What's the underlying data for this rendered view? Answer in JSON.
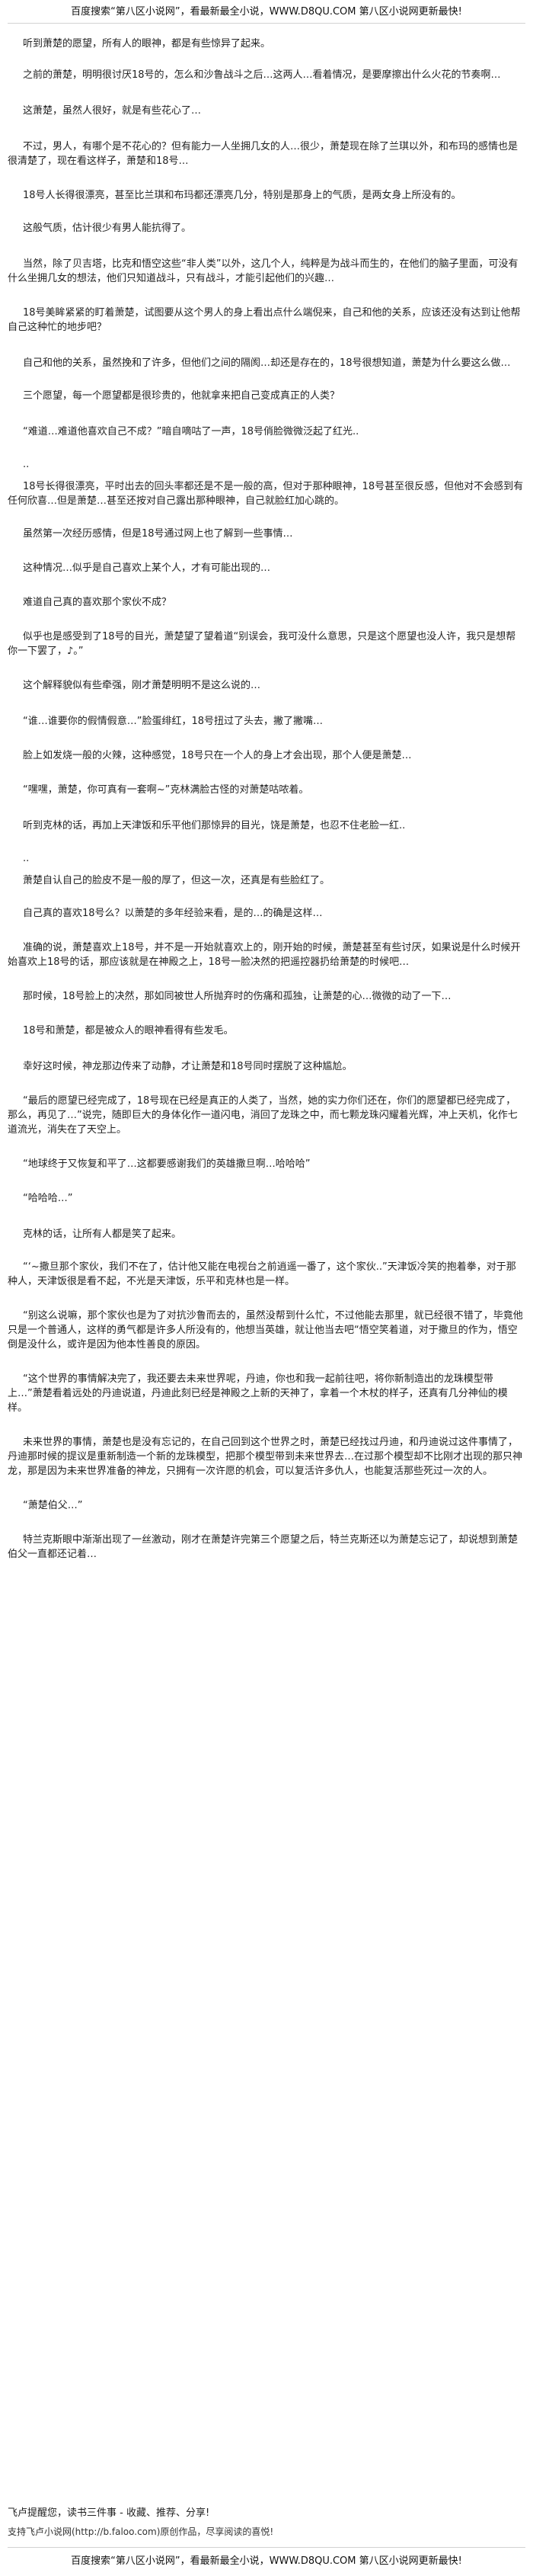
{
  "header": "百度搜索“第八区小说网”，看最新最全小说，WWW.D8QU.COM  第八区小说网更新最快!",
  "paragraphs": [
    "听到萧楚的愿望，所有人的眼神，都是有些惊异了起来。",
    "之前的萧楚，明明很讨厌18号的，怎么和沙鲁战斗之后…这两人…看着情况，是要摩擦出什么火花的节奏啊…",
    "这萧楚，虽然人很好，就是有些花心了…",
    "不过，男人，有哪个是不花心的？但有能力一人坐拥几女的人…很少，萧楚现在除了兰琪以外，和布玛的感情也是很清楚了，现在看这样子，萧楚和18号…",
    "18号人长得很漂亮，甚至比兰琪和布玛都还漂亮几分，特别是那身上的气质，是两女身上所没有的。",
    "这般气质，估计很少有男人能抗得了。",
    "当然，除了贝吉塔，比克和悟空这些“非人类”以外，这几个人，纯粹是为战斗而生的，在他们的脑子里面，可没有什么坐拥几女的想法，他们只知道战斗，只有战斗，才能引起他们的兴趣…",
    "18号美眸紧紧的盯着萧楚，试图要从这个男人的身上看出点什么端倪来，自己和他的关系，应该还没有达到让他帮自己这种忙的地步吧？",
    "自己和他的关系，虽然挽和了许多，但他们之间的隔阂…却还是存在的，18号很想知道，萧楚为什么要这么做…",
    "三个愿望，每一个愿望都是很珍贵的，他就拿来把自己变成真正的人类？",
    "“难道…难道他喜欢自己不成？”暗自嘀咕了一声，18号俏脸微微泛起了红光..",
    "..",
    "18号长得很漂亮，平时出去的回头率都还是不是一般的高，但对于那种眼神，18号甚至很反感，但他对不会感到有任何欣喜…但是萧楚…甚至还按对自己露出那种眼神，自己就脸红加心跳的。",
    "虽然第一次经历感情，但是18号通过网上也了解到一些事情…",
    "这种情况…似乎是自己喜欢上某个人，才有可能出现的…",
    "难道自己真的喜欢那个家伙不成？",
    "似乎也是感受到了18号的目光，萧楚望了望着道“别误会，我可没什么意思，只是这个愿望也没人许，我只是想帮你一下罢了，♪。”",
    "这个解释貌似有些牵强，刚才萧楚明明不是这么说的…",
    "“谁…谁要你的假情假意…”脸蛋绯红，18号扭过了头去，撇了撇嘴…",
    "脸上如发烧一般的火辣，这种感觉，18号只在一个人的身上才会出现，那个人便是萧楚…",
    "“嘿嘿，萧楚，你可真有一套啊~”克林满脸古怪的对萧楚咕哝着。",
    "听到克林的话，再加上天津饭和乐平他们那惊异的目光，饶是萧楚，也忍不住老脸一红..",
    "..",
    "萧楚自认自己的脸皮不是一般的厚了，但这一次，还真是有些脸红了。",
    "自己真的喜欢18号么？以萧楚的多年经验来看，是的…的确是这样…",
    "准确的说，萧楚喜欢上18号，并不是一开始就喜欢上的，刚开始的时候，萧楚甚至有些讨厌，如果说是什么时候开始喜欢上18号的话，那应该就是在神殿之上，18号一脸决然的把遥控器扔给萧楚的时候吧…",
    "那时候，18号脸上的决然，那如同被世人所抛弃时的伤痛和孤独，让萧楚的心…微微的动了一下…",
    "18号和萧楚，都是被众人的眼神看得有些发毛。",
    "幸好这时候，神龙那边传来了动静，才让萧楚和18号同时摆脱了这种尴尬。",
    "“最后的愿望已经完成了，18号现在已经是真正的人类了，当然，她的实力你们还在，你们的愿望都已经完成了，那么，再见了…”说完，随即巨大的身体化作一道闪电，消回了龙珠之中，而七颗龙珠闪耀着光辉，冲上天机，化作七道流光，消失在了天空上。",
    "“地球终于又恢复和平了…这都要感谢我们的英雄撒旦啊…哈哈哈”",
    "“哈哈哈…”",
    "克林的话，让所有人都是笑了起来。",
    "“‘~撒旦那个家伙，我们不在了，估计他又能在电视台之前逍遥一番了，这个家伙..”天津饭冷笑的抱着拳，对于那种人，天津饭很是看不起，不光是天津饭，乐平和克林也是一样。",
    "“别这么说嘛，那个家伙也是为了对抗沙鲁而去的，虽然没帮到什么忙，不过他能去那里，就已经很不错了，毕竟他只是一个普通人，这样的勇气都是许多人所没有的，他想当英雄，就让他当去吧“悟空笑着道，对于撒旦的作为，悟空倒是没什么，或许是因为他本性善良的原因。",
    "“这个世界的事情解决完了，我还要去未来世界呢，丹迪，你也和我一起前往吧，将你新制造出的龙珠模型带上…”萧楚看着远处的丹迪说道，丹迪此刻已经是神殿之上新的天神了，拿着一个木杖的样子，还真有几分神仙的模样。",
    "未来世界的事情，萧楚也是没有忘记的，在自己回到这个世界之时，萧楚已经找过丹迪，和丹迪说过这件事情了，丹迪那时候的提议是重新制造一个新的龙珠模型，把那个模型带到未来世界去…在过那个模型却不比刚才出现的那只神龙，那是因为未来世界准备的神龙，只拥有一次许愿的机会，可以复活许多仇人，也能复活那些死过一次的人。",
    "“萧楚伯父…”",
    "特兰克斯眼中渐渐出现了一丝激动，刚才在萧楚许完第三个愿望之后，特兰克斯还以为萧楚忘记了，却说想到萧楚伯父一直都还记着…"
  ],
  "friend_note": "飞卢提醒您，读书三件事 - 收藏、推荐、分享!",
  "support_line": "支持飞卢小说网(http://b.faloo.com)原创作品，尽享阅读的喜悦!",
  "footer": "百度搜索“第八区小说网”，看最新最全小说，WWW.D8QU.COM  第八区小说网更新最快!"
}
